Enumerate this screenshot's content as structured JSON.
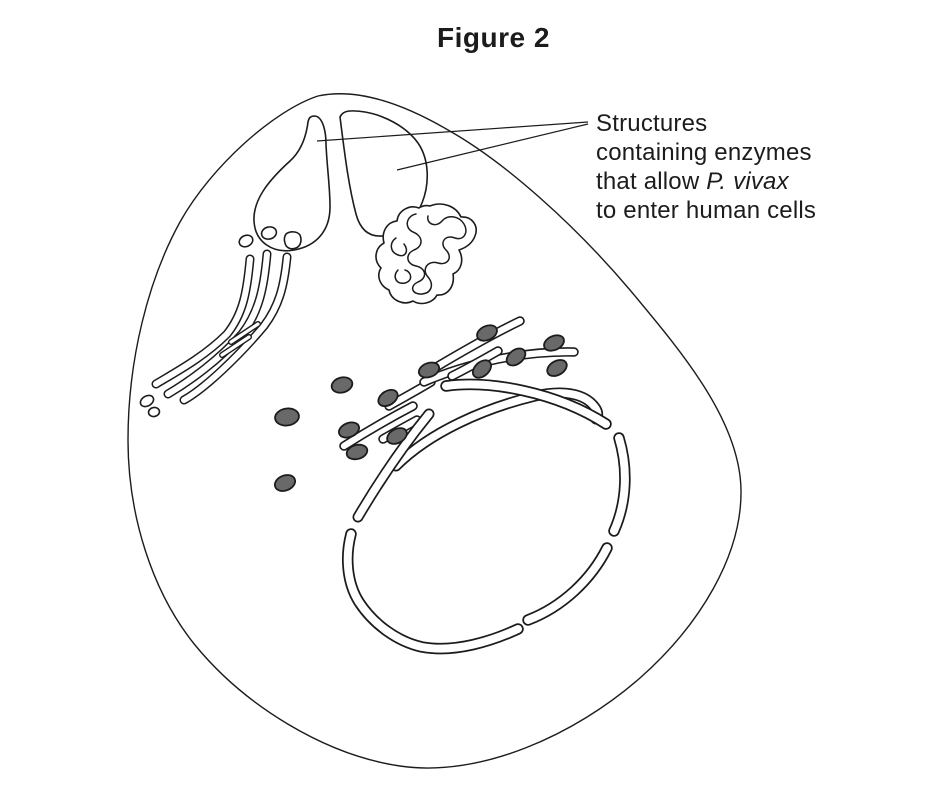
{
  "figure": {
    "title": "Figure 2"
  },
  "annotation": {
    "lines_plain": [
      "Structures",
      "containing enzymes"
    ],
    "line3_prefix": "that allow ",
    "line3_italic": "P. vivax",
    "line4": "to enter human cells"
  },
  "colors": {
    "ink": "#1c1c1c",
    "granule_fill": "#696969",
    "background": "#ffffff"
  }
}
